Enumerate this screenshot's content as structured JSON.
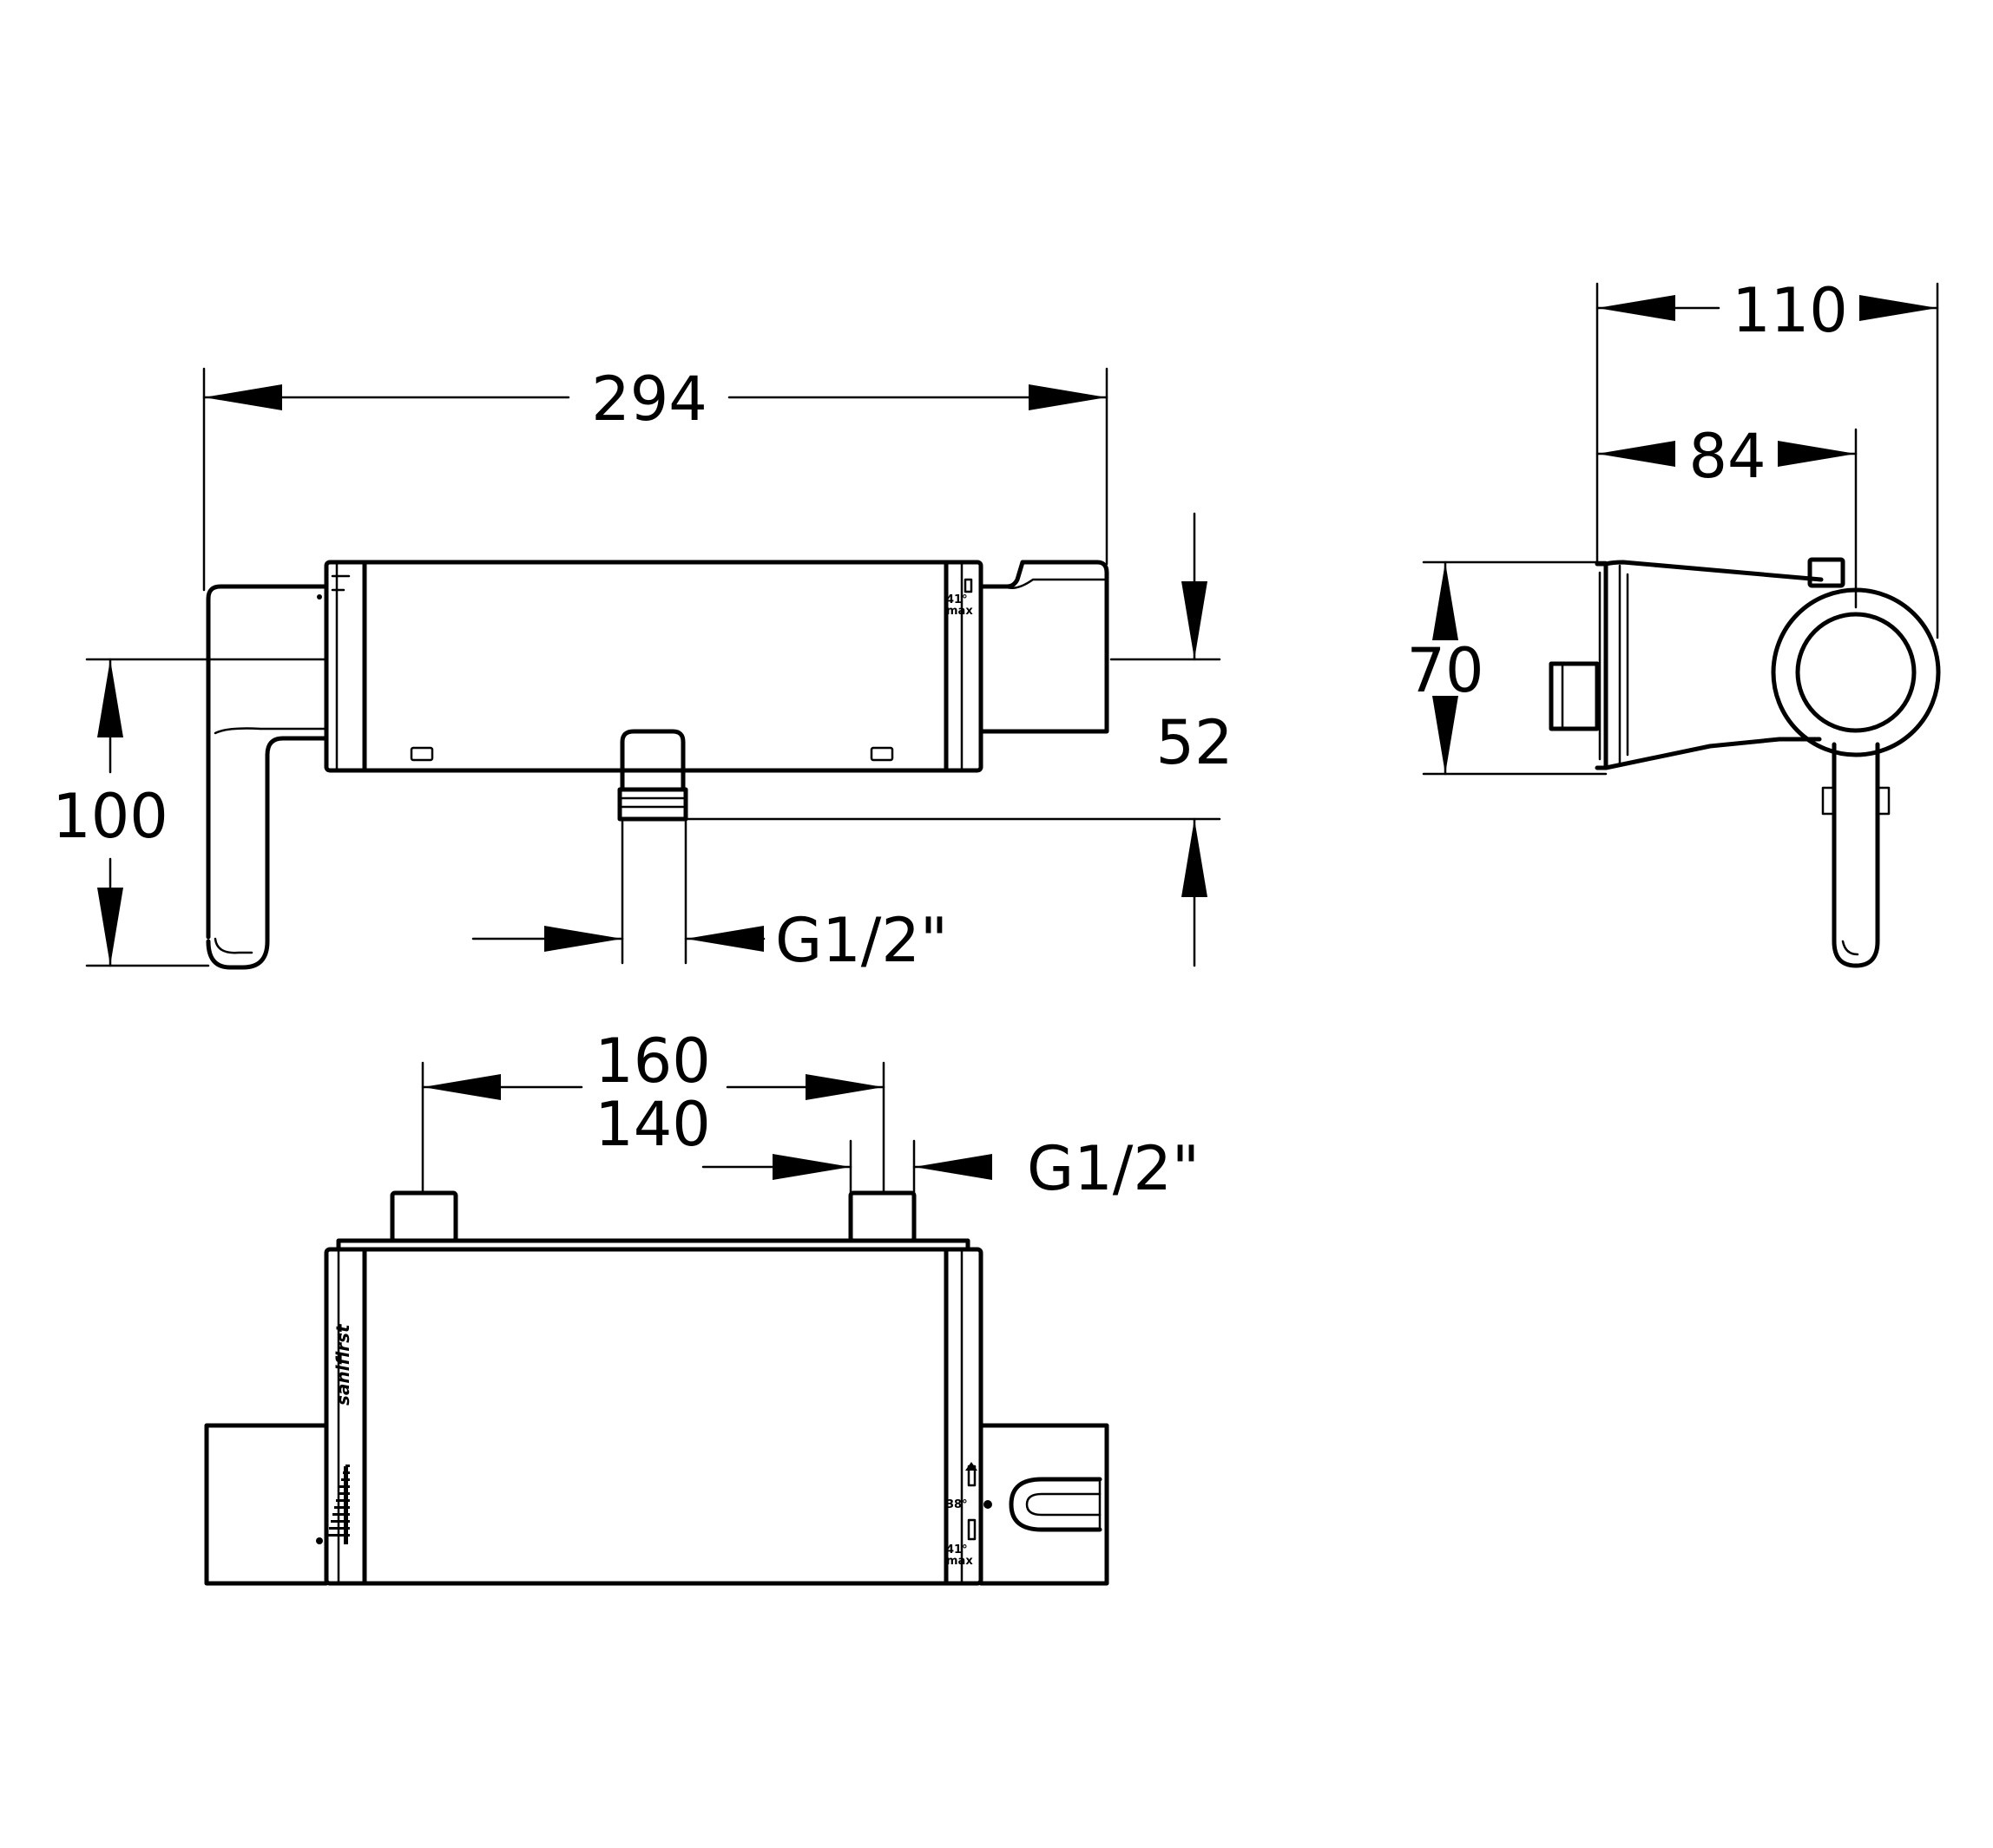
{
  "dimensions": {
    "front_width": "294",
    "front_height": "100",
    "outlet_offset": "52",
    "outlet_thread": "G1/2\"",
    "side_depth_total": "110",
    "side_depth_axis": "84",
    "side_height": "70",
    "inlet_spacing_max": "160",
    "inlet_spacing_min": "140",
    "inlet_thread": "G1/2\""
  },
  "markings": {
    "temp_limit_top": "41°",
    "temp_limit_top_sub": "max",
    "temp_default": "38°",
    "temp_limit_bottom": "41°",
    "temp_limit_bottom_sub": "max",
    "brand": "sanifirst"
  }
}
